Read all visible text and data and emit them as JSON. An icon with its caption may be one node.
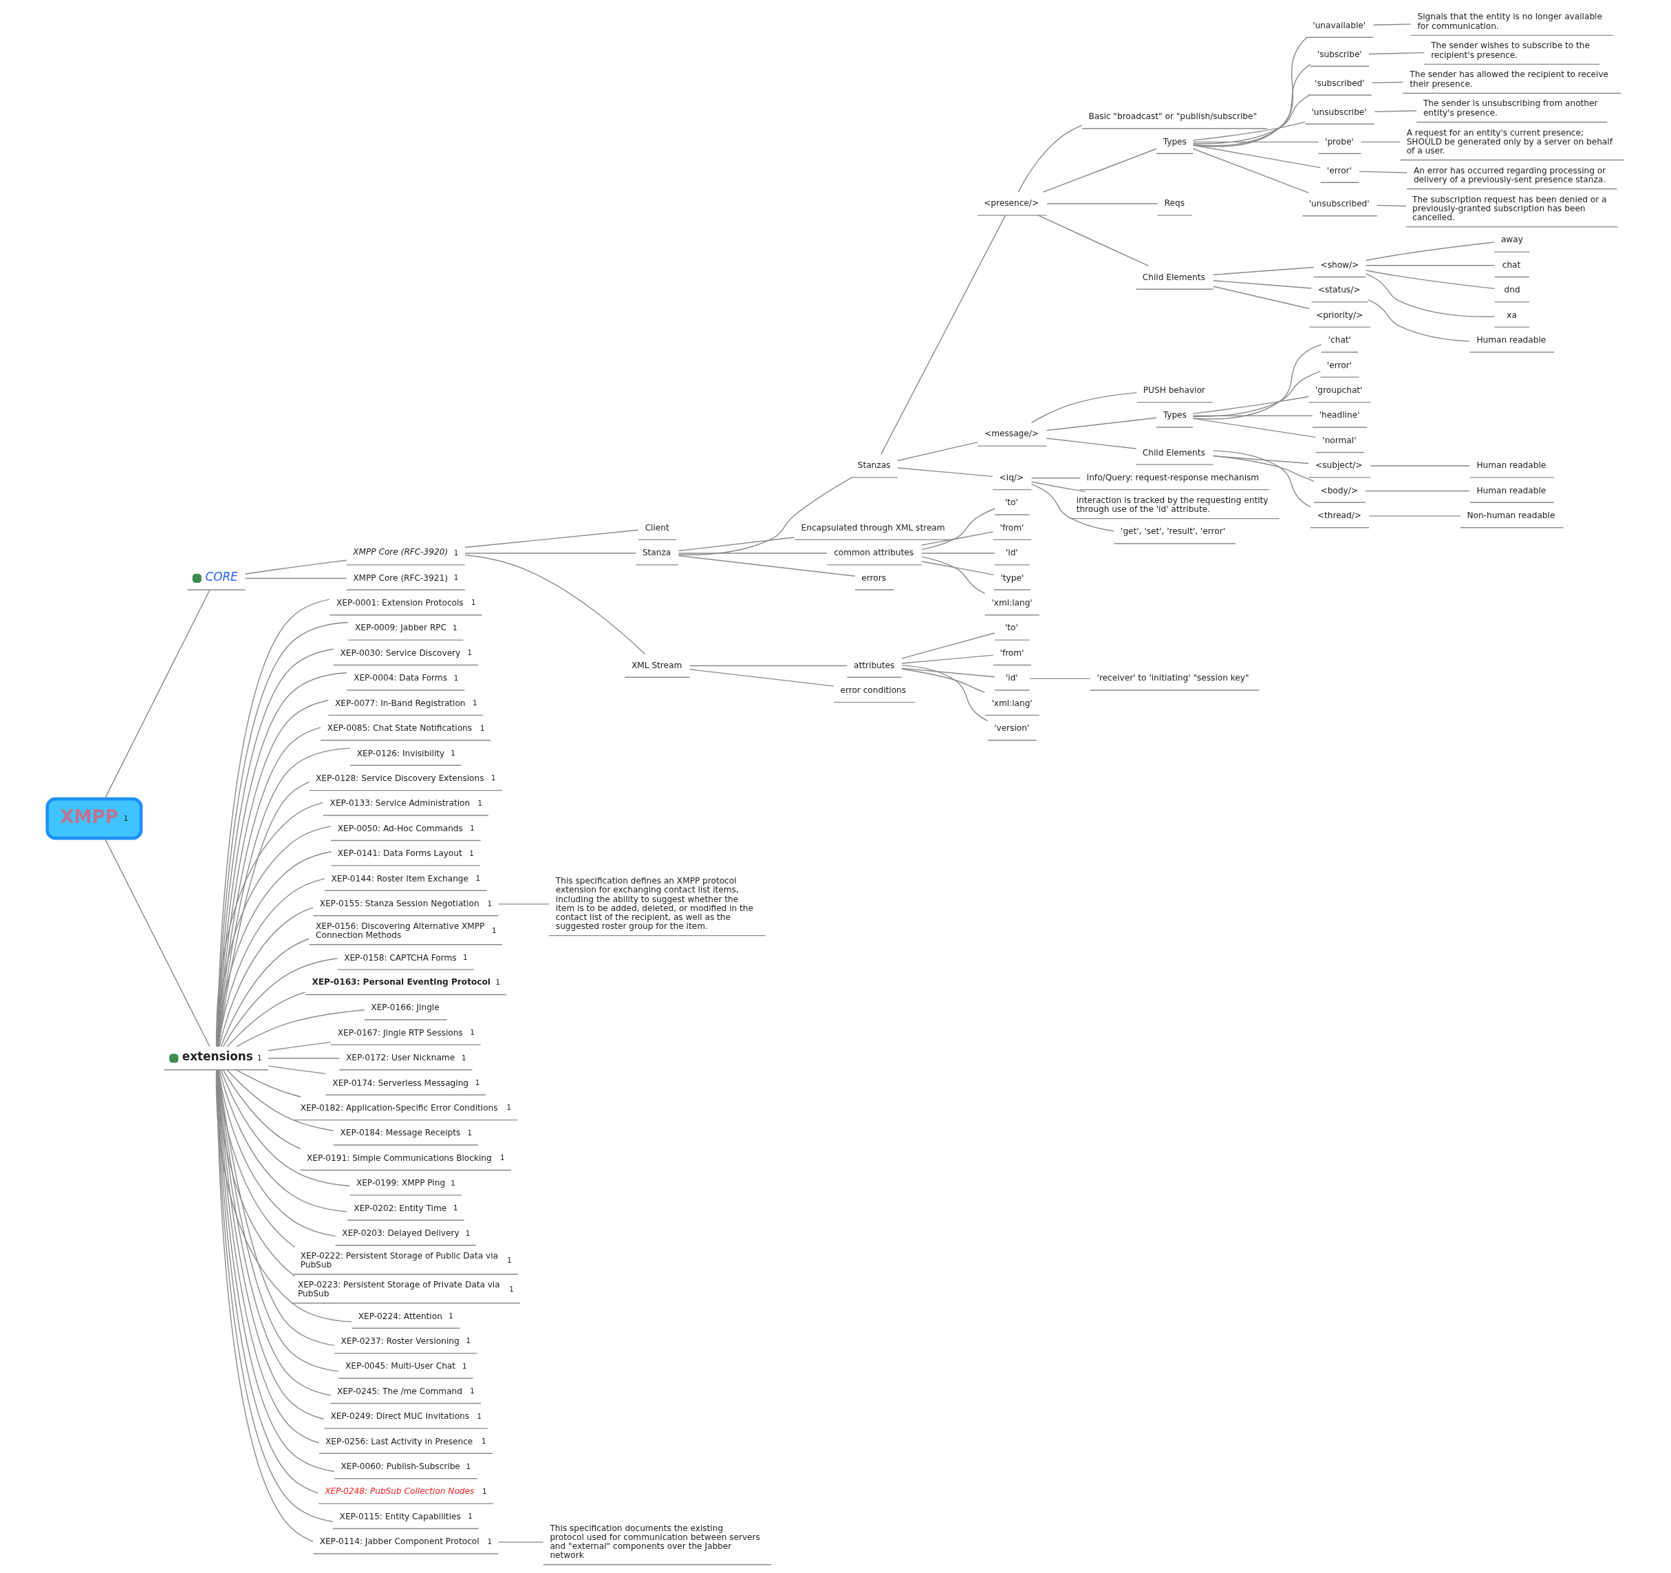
{
  "diagram": {
    "nodes": [
      {
        "text": [
          "XMPP",
          "1"
        ]
      },
      {
        "text": [
          "CORE"
        ]
      },
      {
        "text": [
          "XMPP Core (RFC-3920)",
          "1"
        ]
      },
      {
        "text": [
          "Client"
        ]
      },
      {
        "text": [
          "Stanza"
        ]
      },
      {
        "text": [
          "Stanzas"
        ]
      },
      {
        "text": [
          "<presence/>"
        ]
      },
      {
        "text": [
          "Basic \"broadcast\" or \"publish/subscribe\""
        ]
      },
      {
        "text": [
          "Types"
        ]
      },
      {
        "text": [
          "'unavailable'"
        ]
      },
      {
        "text": [
          "Signals that the entity is no longer available for communication."
        ]
      },
      {
        "text": [
          "'subscribe'"
        ]
      },
      {
        "text": [
          "The sender wishes to subscribe to the recipient's presence."
        ]
      },
      {
        "text": [
          "'subscribed'"
        ]
      },
      {
        "text": [
          "The sender has allowed the recipient to receive their presence."
        ]
      },
      {
        "text": [
          "'unsubscribe'"
        ]
      },
      {
        "text": [
          "The sender is unsubscribing from another entity's presence."
        ]
      },
      {
        "text": [
          "'probe'"
        ]
      },
      {
        "text": [
          "A request for an entity's current presence; SHOULD be generated only by a server on behalf of a user."
        ]
      },
      {
        "text": [
          "'error'"
        ]
      },
      {
        "text": [
          "An error has occurred regarding processing or delivery of a previously-sent presence stanza."
        ]
      },
      {
        "text": [
          "'unsubscribed'"
        ]
      },
      {
        "text": [
          "The subscription request has been denied or a previously-granted subscription has been cancelled."
        ]
      },
      {
        "text": [
          "Reqs"
        ]
      },
      {
        "text": [
          "Child Elements"
        ]
      },
      {
        "text": [
          "<show/>"
        ]
      },
      {
        "text": [
          "away"
        ]
      },
      {
        "text": [
          "chat"
        ]
      },
      {
        "text": [
          "dnd"
        ]
      },
      {
        "text": [
          "xa"
        ]
      },
      {
        "text": [
          "<status/>"
        ]
      },
      {
        "text": [
          "Human readable"
        ]
      },
      {
        "text": [
          "<priority/>"
        ]
      },
      {
        "text": [
          "<message/>"
        ]
      },
      {
        "text": [
          "PUSH behavior"
        ]
      },
      {
        "text": [
          "Types"
        ]
      },
      {
        "text": [
          "'chat'"
        ]
      },
      {
        "text": [
          "'error'"
        ]
      },
      {
        "text": [
          "'groupchat'"
        ]
      },
      {
        "text": [
          "'headline'"
        ]
      },
      {
        "text": [
          "'normal'"
        ]
      },
      {
        "text": [
          "Child Elements"
        ]
      },
      {
        "text": [
          "<subject/>"
        ]
      },
      {
        "text": [
          "Human readable"
        ]
      },
      {
        "text": [
          "<body/>"
        ]
      },
      {
        "text": [
          "Human readable"
        ]
      },
      {
        "text": [
          "<thread/>"
        ]
      },
      {
        "text": [
          "Non-human readable"
        ]
      },
      {
        "text": [
          "<iq/>"
        ]
      },
      {
        "text": [
          "Info/Query: request-response mechanism"
        ]
      },
      {
        "text": [
          "interaction is tracked by the requesting entity through use of the 'id' attribute."
        ]
      },
      {
        "text": [
          "'get', 'set', 'result', 'error'"
        ]
      },
      {
        "text": [
          "Encapsulated through XML stream"
        ]
      },
      {
        "text": [
          "common attributes"
        ]
      },
      {
        "text": [
          "'to'"
        ]
      },
      {
        "text": [
          "'from'"
        ]
      },
      {
        "text": [
          "'id'"
        ]
      },
      {
        "text": [
          "'type'"
        ]
      },
      {
        "text": [
          "'xml:lang'"
        ]
      },
      {
        "text": [
          "errors"
        ]
      },
      {
        "text": [
          "XML Stream"
        ]
      },
      {
        "text": [
          "attributes"
        ]
      },
      {
        "text": [
          "'to'"
        ]
      },
      {
        "text": [
          "'from'"
        ]
      },
      {
        "text": [
          "'id'"
        ]
      },
      {
        "text": [
          "'receiver' to 'initiating' \"session key\""
        ]
      },
      {
        "text": [
          "'xml:lang'"
        ]
      },
      {
        "text": [
          "'version'"
        ]
      },
      {
        "text": [
          "error conditions"
        ]
      },
      {
        "text": [
          "XMPP Core (RFC-3921)",
          "1"
        ]
      },
      {
        "text": [
          "extensions",
          "1"
        ]
      },
      {
        "text": [
          "XEP-0001: Extension Protocols",
          "1"
        ]
      },
      {
        "text": [
          "XEP-0009: Jabber RPC",
          "1"
        ]
      },
      {
        "text": [
          "XEP-0030: Service Discovery",
          "1"
        ]
      },
      {
        "text": [
          "XEP-0004: Data Forms",
          "1"
        ]
      },
      {
        "text": [
          "XEP-0077: In-Band Registration",
          "1"
        ]
      },
      {
        "text": [
          "XEP-0085: Chat State Notifications",
          "1"
        ]
      },
      {
        "text": [
          "XEP-0126: Invisibility",
          "1"
        ]
      },
      {
        "text": [
          "XEP-0128: Service Discovery Extensions",
          "1"
        ]
      },
      {
        "text": [
          "XEP-0133: Service Administration",
          "1"
        ]
      },
      {
        "text": [
          "XEP-0050: Ad-Hoc Commands",
          "1"
        ]
      },
      {
        "text": [
          "XEP-0141: Data Forms Layout",
          "1"
        ]
      },
      {
        "text": [
          "XEP-0144: Roster Item Exchange",
          "1"
        ]
      },
      {
        "text": [
          "XEP-0155: Stanza Session Negotiation",
          "1"
        ]
      },
      {
        "text": [
          "This specification defines an XMPP protocol extension for exchanging contact list items, including the ability to suggest whether the item is to be added, deleted, or modified in the contact list of the recipient, as well as the suggested roster group for the item."
        ]
      },
      {
        "text": [
          "XEP-0156: Discovering Alternative XMPP Connection Methods",
          "1"
        ]
      },
      {
        "text": [
          "XEP-0158: CAPTCHA Forms",
          "1"
        ]
      },
      {
        "text": [
          "XEP-0163: Personal Eventing Protocol",
          "1"
        ]
      },
      {
        "text": [
          "XEP-0166: Jingle"
        ]
      },
      {
        "text": [
          "XEP-0167: Jingle RTP Sessions",
          "1"
        ]
      },
      {
        "text": [
          "XEP-0172: User Nickname",
          "1"
        ]
      },
      {
        "text": [
          "XEP-0174: Serverless Messaging",
          "1"
        ]
      },
      {
        "text": [
          "XEP-0182: Application-Specific Error Conditions",
          "1"
        ]
      },
      {
        "text": [
          "XEP-0184: Message Receipts",
          "1"
        ]
      },
      {
        "text": [
          "XEP-0191: Simple Communications Blocking",
          "1"
        ]
      },
      {
        "text": [
          "XEP-0199: XMPP Ping",
          "1"
        ]
      },
      {
        "text": [
          "XEP-0202: Entity Time",
          "1"
        ]
      },
      {
        "text": [
          "XEP-0203: Delayed Delivery",
          "1"
        ]
      },
      {
        "text": [
          "XEP-0222: Persistent Storage of Public Data via PubSub",
          "1"
        ]
      },
      {
        "text": [
          "XEP-0223: Persistent Storage of Private Data via PubSub",
          "1"
        ]
      },
      {
        "text": [
          "XEP-0224: Attention",
          "1"
        ]
      },
      {
        "text": [
          "XEP-0237: Roster Versioning",
          "1"
        ]
      },
      {
        "text": [
          "XEP-0045: Multi-User Chat",
          "1"
        ]
      },
      {
        "text": [
          "XEP-0245: The /me Command",
          "1"
        ]
      },
      {
        "text": [
          "XEP-0249: Direct MUC Invitations",
          "1"
        ]
      },
      {
        "text": [
          "XEP-0256: Last Activity in Presence",
          "1"
        ]
      },
      {
        "text": [
          "XEP-0060: Publish-Subscribe",
          "1"
        ]
      },
      {
        "text": [
          "XEP-0248: PubSub Collection Nodes",
          "1"
        ]
      },
      {
        "text": [
          "XEP-0115: Entity Capabilities",
          "1"
        ]
      },
      {
        "text": [
          "XEP-0114: Jabber Component Protocol",
          "1"
        ]
      },
      {
        "text": [
          "This specification documents the existing protocol used for communication between servers and \"external\" components over the Jabber network"
        ]
      }
    ],
    "edges": [
      {
        "from": 0,
        "to": 1,
        "arrow": "none"
      },
      {
        "from": 1,
        "to": 2,
        "arrow": "none"
      },
      {
        "from": 2,
        "to": 3,
        "arrow": "none"
      },
      {
        "from": 2,
        "to": 4,
        "arrow": "none"
      },
      {
        "from": 4,
        "to": 5,
        "arrow": "none"
      },
      {
        "from": 5,
        "to": 6,
        "arrow": "none"
      },
      {
        "from": 6,
        "to": 7,
        "arrow": "none"
      },
      {
        "from": 6,
        "to": 8,
        "arrow": "none"
      },
      {
        "from": 8,
        "to": 9,
        "arrow": "none"
      },
      {
        "from": 9,
        "to": 10,
        "arrow": "none"
      },
      {
        "from": 8,
        "to": 11,
        "arrow": "none"
      },
      {
        "from": 11,
        "to": 12,
        "arrow": "none"
      },
      {
        "from": 8,
        "to": 13,
        "arrow": "none"
      },
      {
        "from": 13,
        "to": 14,
        "arrow": "none"
      },
      {
        "from": 8,
        "to": 15,
        "arrow": "none"
      },
      {
        "from": 15,
        "to": 16,
        "arrow": "none"
      },
      {
        "from": 8,
        "to": 17,
        "arrow": "none"
      },
      {
        "from": 17,
        "to": 18,
        "arrow": "none"
      },
      {
        "from": 8,
        "to": 19,
        "arrow": "none"
      },
      {
        "from": 19,
        "to": 20,
        "arrow": "none"
      },
      {
        "from": 8,
        "to": 21,
        "arrow": "none"
      },
      {
        "from": 21,
        "to": 22,
        "arrow": "none"
      },
      {
        "from": 6,
        "to": 23,
        "arrow": "none"
      },
      {
        "from": 6,
        "to": 24,
        "arrow": "none"
      },
      {
        "from": 24,
        "to": 25,
        "arrow": "none"
      },
      {
        "from": 25,
        "to": 26,
        "arrow": "none"
      },
      {
        "from": 25,
        "to": 27,
        "arrow": "none"
      },
      {
        "from": 25,
        "to": 28,
        "arrow": "none"
      },
      {
        "from": 25,
        "to": 29,
        "arrow": "none"
      },
      {
        "from": 24,
        "to": 30,
        "arrow": "none"
      },
      {
        "from": 30,
        "to": 31,
        "arrow": "none"
      },
      {
        "from": 24,
        "to": 32,
        "arrow": "none"
      },
      {
        "from": 5,
        "to": 33,
        "arrow": "none"
      },
      {
        "from": 33,
        "to": 34,
        "arrow": "none"
      },
      {
        "from": 33,
        "to": 35,
        "arrow": "none"
      },
      {
        "from": 35,
        "to": 36,
        "arrow": "none"
      },
      {
        "from": 35,
        "to": 37,
        "arrow": "none"
      },
      {
        "from": 35,
        "to": 38,
        "arrow": "none"
      },
      {
        "from": 35,
        "to": 39,
        "arrow": "none"
      },
      {
        "from": 35,
        "to": 40,
        "arrow": "none"
      },
      {
        "from": 33,
        "to": 41,
        "arrow": "none"
      },
      {
        "from": 41,
        "to": 42,
        "arrow": "none"
      },
      {
        "from": 42,
        "to": 43,
        "arrow": "none"
      },
      {
        "from": 41,
        "to": 44,
        "arrow": "none"
      },
      {
        "from": 44,
        "to": 45,
        "arrow": "none"
      },
      {
        "from": 41,
        "to": 46,
        "arrow": "none"
      },
      {
        "from": 46,
        "to": 47,
        "arrow": "none"
      },
      {
        "from": 5,
        "to": 48,
        "arrow": "none"
      },
      {
        "from": 48,
        "to": 49,
        "arrow": "none"
      },
      {
        "from": 48,
        "to": 50,
        "arrow": "none"
      },
      {
        "from": 48,
        "to": 51,
        "arrow": "none"
      },
      {
        "from": 4,
        "to": 52,
        "arrow": "none"
      },
      {
        "from": 4,
        "to": 53,
        "arrow": "none"
      },
      {
        "from": 53,
        "to": 54,
        "arrow": "none"
      },
      {
        "from": 53,
        "to": 55,
        "arrow": "none"
      },
      {
        "from": 53,
        "to": 56,
        "arrow": "none"
      },
      {
        "from": 53,
        "to": 57,
        "arrow": "none"
      },
      {
        "from": 53,
        "to": 58,
        "arrow": "none"
      },
      {
        "from": 4,
        "to": 59,
        "arrow": "none"
      },
      {
        "from": 2,
        "to": 60,
        "arrow": "none"
      },
      {
        "from": 60,
        "to": 61,
        "arrow": "none"
      },
      {
        "from": 61,
        "to": 62,
        "arrow": "none"
      },
      {
        "from": 61,
        "to": 63,
        "arrow": "none"
      },
      {
        "from": 61,
        "to": 64,
        "arrow": "none"
      },
      {
        "from": 64,
        "to": 65,
        "arrow": "none"
      },
      {
        "from": 61,
        "to": 66,
        "arrow": "none"
      },
      {
        "from": 61,
        "to": 67,
        "arrow": "none"
      },
      {
        "from": 60,
        "to": 68,
        "arrow": "none"
      },
      {
        "from": 1,
        "to": 69,
        "arrow": "none"
      },
      {
        "from": 0,
        "to": 70,
        "arrow": "none"
      },
      {
        "from": 70,
        "to": 71,
        "arrow": "none"
      },
      {
        "from": 70,
        "to": 72,
        "arrow": "none"
      },
      {
        "from": 70,
        "to": 73,
        "arrow": "none"
      },
      {
        "from": 70,
        "to": 74,
        "arrow": "none"
      },
      {
        "from": 70,
        "to": 75,
        "arrow": "none"
      },
      {
        "from": 70,
        "to": 76,
        "arrow": "none"
      },
      {
        "from": 70,
        "to": 77,
        "arrow": "none"
      },
      {
        "from": 70,
        "to": 78,
        "arrow": "none"
      },
      {
        "from": 70,
        "to": 79,
        "arrow": "none"
      },
      {
        "from": 70,
        "to": 80,
        "arrow": "none"
      },
      {
        "from": 70,
        "to": 81,
        "arrow": "none"
      },
      {
        "from": 70,
        "to": 82,
        "arrow": "none"
      },
      {
        "from": 70,
        "to": 83,
        "arrow": "none"
      },
      {
        "from": 83,
        "to": 84,
        "arrow": "none"
      },
      {
        "from": 70,
        "to": 85,
        "arrow": "none"
      },
      {
        "from": 70,
        "to": 86,
        "arrow": "none"
      },
      {
        "from": 70,
        "to": 87,
        "arrow": "none"
      },
      {
        "from": 70,
        "to": 88,
        "arrow": "none"
      },
      {
        "from": 70,
        "to": 89,
        "arrow": "none"
      },
      {
        "from": 70,
        "to": 90,
        "arrow": "none"
      },
      {
        "from": 70,
        "to": 91,
        "arrow": "none"
      },
      {
        "from": 70,
        "to": 92,
        "arrow": "none"
      },
      {
        "from": 70,
        "to": 93,
        "arrow": "none"
      },
      {
        "from": 70,
        "to": 94,
        "arrow": "none"
      },
      {
        "from": 70,
        "to": 95,
        "arrow": "none"
      },
      {
        "from": 70,
        "to": 96,
        "arrow": "none"
      },
      {
        "from": 70,
        "to": 97,
        "arrow": "none"
      },
      {
        "from": 70,
        "to": 98,
        "arrow": "none"
      },
      {
        "from": 70,
        "to": 99,
        "arrow": "none"
      },
      {
        "from": 70,
        "to": 100,
        "arrow": "none"
      },
      {
        "from": 70,
        "to": 101,
        "arrow": "none"
      },
      {
        "from": 70,
        "to": 102,
        "arrow": "none"
      },
      {
        "from": 70,
        "to": 103,
        "arrow": "none"
      },
      {
        "from": 70,
        "to": 104,
        "arrow": "none"
      },
      {
        "from": 70,
        "to": 105,
        "arrow": "none"
      },
      {
        "from": 70,
        "to": 106,
        "arrow": "none"
      },
      {
        "from": 70,
        "to": 107,
        "arrow": "none"
      },
      {
        "from": 70,
        "to": 108,
        "arrow": "none"
      },
      {
        "from": 70,
        "to": 109,
        "arrow": "none"
      },
      {
        "from": 109,
        "to": 110,
        "arrow": "none"
      }
    ]
  }
}
